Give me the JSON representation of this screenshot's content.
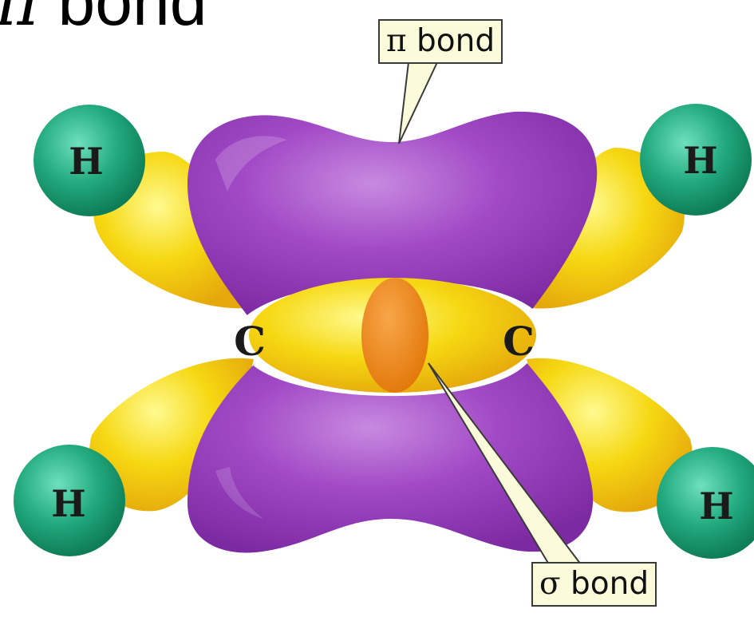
{
  "heading": {
    "prefix": "π",
    "text": " bond"
  },
  "callouts": {
    "pi": {
      "symbol": "π",
      "text": " bond"
    },
    "sigma": {
      "symbol": "σ",
      "text": " bond"
    }
  },
  "atoms": {
    "carbon_left": "C",
    "carbon_right": "C",
    "h_top_left": "H",
    "h_top_right": "H",
    "h_bottom_left": "H",
    "h_bottom_right": "H"
  },
  "colors": {
    "pi_lobe": "#9a3fc0",
    "sp2_lobe": "#f3cf0a",
    "sigma_overlap": "#ef8a10",
    "hydrogen": "#1fa678",
    "callout_fill": "#fbfbdc"
  }
}
